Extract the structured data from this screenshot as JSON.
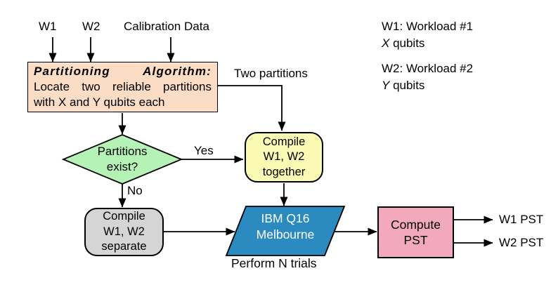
{
  "flow": {
    "inputs": [
      "W1",
      "W2",
      "Calibration Data"
    ],
    "partitioning": {
      "title": "Partitioning Algorithm:",
      "body_line1": "Locate two reliable partitions",
      "body_line2": "with X and Y qubits each"
    },
    "edge_labels": {
      "two_partitions": "Two partitions",
      "yes": "Yes",
      "no": "No"
    },
    "decision": {
      "line1": "Partitions",
      "line2": "exist?"
    },
    "compile_together": {
      "line1": "Compile",
      "line2": "W1, W2",
      "line3": "together"
    },
    "compile_separate": {
      "line1": "Compile",
      "line2": "W1, W2",
      "line3": "separate"
    },
    "backend": {
      "line1": "IBM Q16",
      "line2": "Melbourne",
      "caption": "Perform N trials"
    },
    "compute": {
      "line1": "Compute",
      "line2": "PST"
    },
    "outputs": [
      "W1 PST",
      "W2 PST"
    ]
  },
  "legend": [
    {
      "title": "W1: Workload #1",
      "variable": "X",
      "suffix": " qubits"
    },
    {
      "title": "W2: Workload #2",
      "variable": "Y",
      "suffix": " qubits"
    }
  ],
  "colors": {
    "partitioning_fill": "#fbddc6",
    "decision_fill": "#b5f2b5",
    "compile_together_fill": "#fafab4",
    "compile_separate_fill": "#d5d5d5",
    "backend_fill": "#2b8abf",
    "compute_fill": "#f2a9bd",
    "stroke": "#000000"
  }
}
